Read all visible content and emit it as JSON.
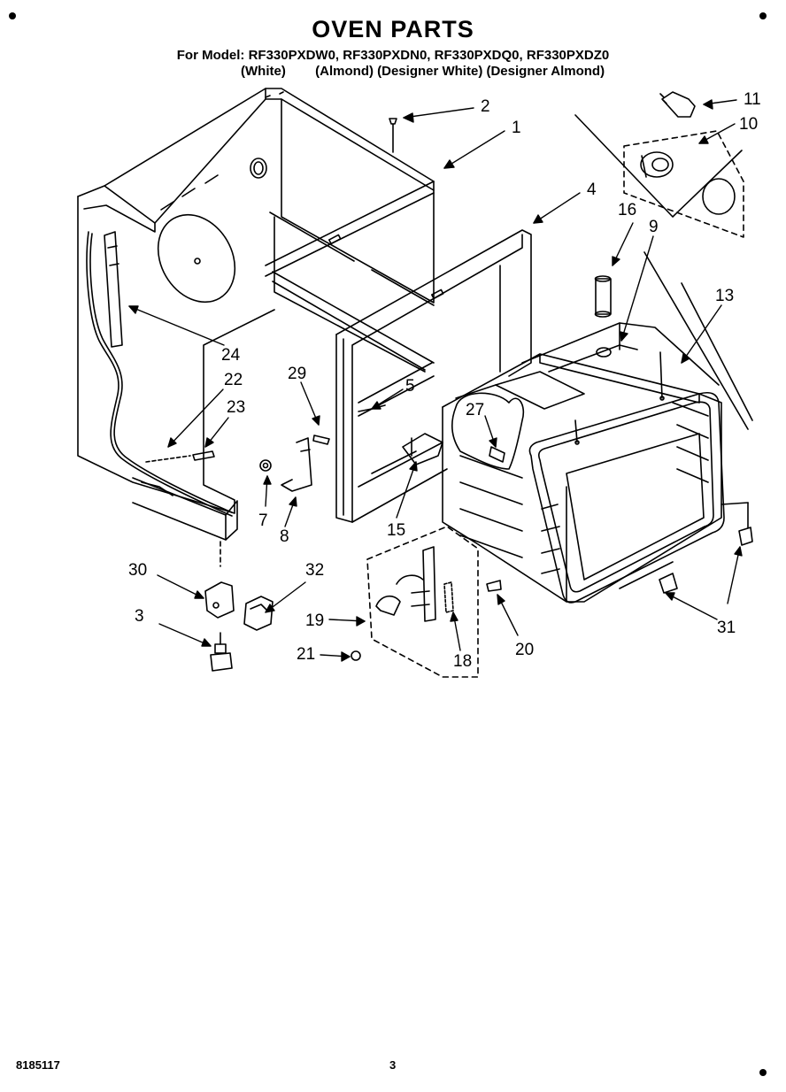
{
  "header": {
    "title": "OVEN PARTS",
    "models": "For Model: RF330PXDW0, RF330PXDN0, RF330PXDQ0, RF330PXDZ0",
    "colors": "(White)        (Almond) (Designer White) (Designer Almond)"
  },
  "callouts": [
    "1",
    "2",
    "3",
    "4",
    "5",
    "7",
    "8",
    "9",
    "10",
    "11",
    "13",
    "15",
    "16",
    "18",
    "19",
    "20",
    "21",
    "22",
    "23",
    "24",
    "27",
    "29",
    "30",
    "31",
    "32"
  ],
  "footer": {
    "doc_number": "8185117",
    "page_number": "3"
  }
}
